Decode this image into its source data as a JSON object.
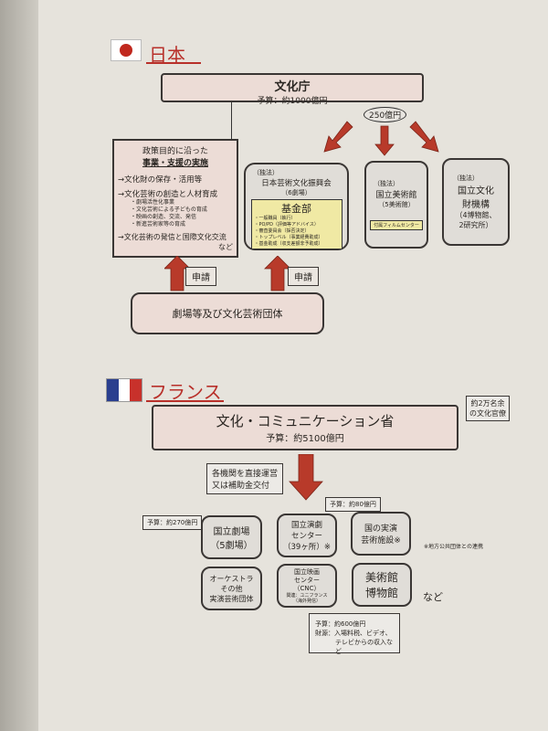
{
  "japan": {
    "heading": "日本",
    "agency": {
      "name": "文化庁",
      "budget": "予算：約1000億円"
    },
    "grant_amount": "250億円",
    "policy": {
      "title1": "政策目的に沿った",
      "title2": "事業・支援の実施",
      "items": [
        "→文化財の保存・活用等",
        "→文化芸術の創造と人材育成"
      ],
      "subitems": [
        "・劇場活性化事業",
        "・文化芸術による子どもの育成",
        "・映画の創造、交流、発信",
        "・新進芸術家等の育成"
      ],
      "last": "→文化芸術の発信と国際文化交流",
      "etc": "など"
    },
    "council": {
      "tag": "（独法）",
      "name": "日本芸術文化振興会",
      "sub": "（6劇場）",
      "fund_title": "基金部",
      "fund_items": [
        "・一般職員（執行）",
        "・PO/PD（評価等アドバイス）",
        "・審査委員会（採否決定）",
        "・トップレベル（事業経費助成）",
        "・基金助成（収支差額非予助成）"
      ]
    },
    "museum": {
      "tag": "（独法）",
      "name": "国立美術館",
      "sub": "（5美術館）",
      "film": "付属フィルムセンター"
    },
    "heritage": {
      "tag": "（独法）",
      "name1": "国立文化",
      "name2": "財機構",
      "sub1": "（4博物館、",
      "sub2": "2研究所）"
    },
    "apply1": "申請",
    "apply2": "申請",
    "groups": "劇場等及び文化芸術団体"
  },
  "france": {
    "heading": "フランス",
    "ministry": {
      "name": "文化・コミュニケーション省",
      "budget": "予算：約5100億円"
    },
    "staff1": "約2万名余",
    "staff2": "の文化官僚",
    "direct1": "各機関を直接運営",
    "direct2": "又は補助金交付",
    "theatre": {
      "l1": "国立劇場",
      "l2": "（5劇場）",
      "budget": "予算：約270億円"
    },
    "drama": {
      "l1": "国立演劇",
      "l2": "センター",
      "l3": "（39ヶ所）※",
      "budget": "予算：約80億円"
    },
    "perform": {
      "l1": "国の実演",
      "l2": "芸術施設※"
    },
    "note": "※地方公共団体との連携",
    "orchestra": {
      "l1": "オーケストラ",
      "l2": "その他",
      "l3": "実演芸術団体"
    },
    "cnc": {
      "l1": "国立映画",
      "l2": "センター",
      "l3": "（CNC）",
      "l4": "関連：ユニフランス",
      "l5": "（海外発信）",
      "b1": "予算：約600億円",
      "b2": "財源：入場料税、ビデオ、",
      "b3": "テレビからの収入など"
    },
    "museums": {
      "l1": "美術館",
      "l2": "博物館"
    },
    "etc": "など"
  }
}
